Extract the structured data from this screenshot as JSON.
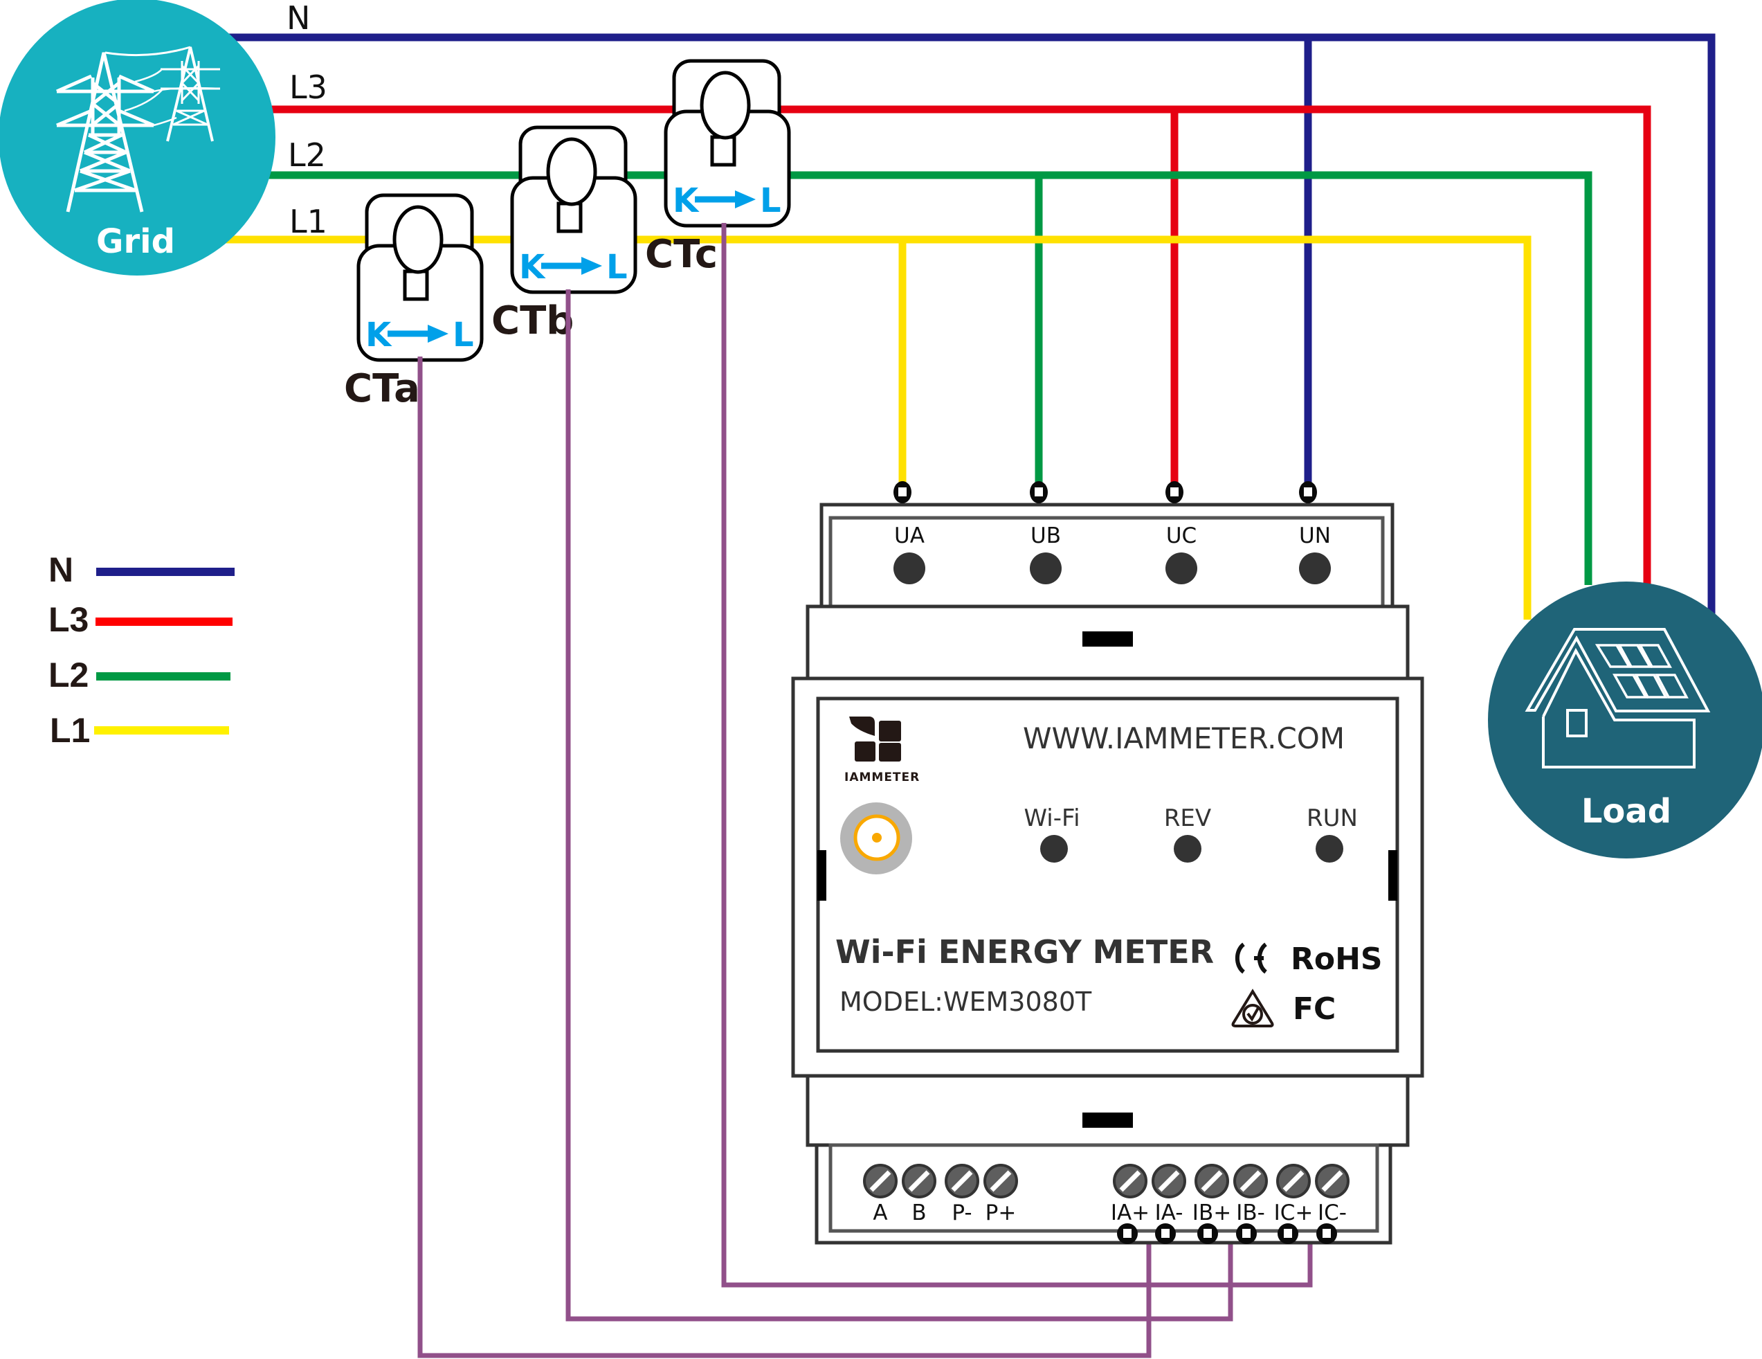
{
  "diagram": {
    "title": "Three-phase Wi-Fi energy meter wiring",
    "colors": {
      "N": "#1f1f8a",
      "L3": "#e60012",
      "L2": "#009944",
      "L1": "#ffe100",
      "ct_lead": "#91508a",
      "grid_fill": "#17b1c0",
      "load_fill": "#1f6478",
      "kl_arrow": "#00a0e9",
      "antenna_ring": "#f9a800"
    },
    "wires": [
      {
        "id": "N",
        "label": "N"
      },
      {
        "id": "L3",
        "label": "L3"
      },
      {
        "id": "L2",
        "label": "L2"
      },
      {
        "id": "L1",
        "label": "L1"
      }
    ],
    "grid": {
      "label": "Grid",
      "icon": "power-tower-icon"
    },
    "load": {
      "label": "Load",
      "icon": "house-solar-icon"
    },
    "cts": [
      {
        "label": "CTa",
        "phase": "L1",
        "k": "K",
        "l": "L"
      },
      {
        "label": "CTb",
        "phase": "L2",
        "k": "K",
        "l": "L"
      },
      {
        "label": "CTc",
        "phase": "L3",
        "k": "K",
        "l": "L"
      }
    ],
    "legend": [
      {
        "label": "N",
        "wire": "N"
      },
      {
        "label": "L3",
        "wire": "L3"
      },
      {
        "label": "L2",
        "wire": "L2"
      },
      {
        "label": "L1",
        "wire": "L1"
      }
    ]
  },
  "meter": {
    "voltage_terminals": [
      "UA",
      "UB",
      "UC",
      "UN"
    ],
    "brand": "IAMMETER",
    "url": "WWW.IAMMETER.COM",
    "leds": [
      "Wi-Fi",
      "REV",
      "RUN"
    ],
    "title": "Wi-Fi ENERGY METER",
    "model": "MODEL:WEM3080T",
    "certs": {
      "ce": "CE",
      "rohs": "RoHS",
      "rcm": "RCM",
      "fcc": "FC"
    },
    "comm_terminals": [
      "A",
      "B",
      "P-",
      "P+"
    ],
    "ct_terminals": [
      "IA+",
      "IA-",
      "IB+",
      "IB-",
      "IC+",
      "IC-"
    ]
  }
}
